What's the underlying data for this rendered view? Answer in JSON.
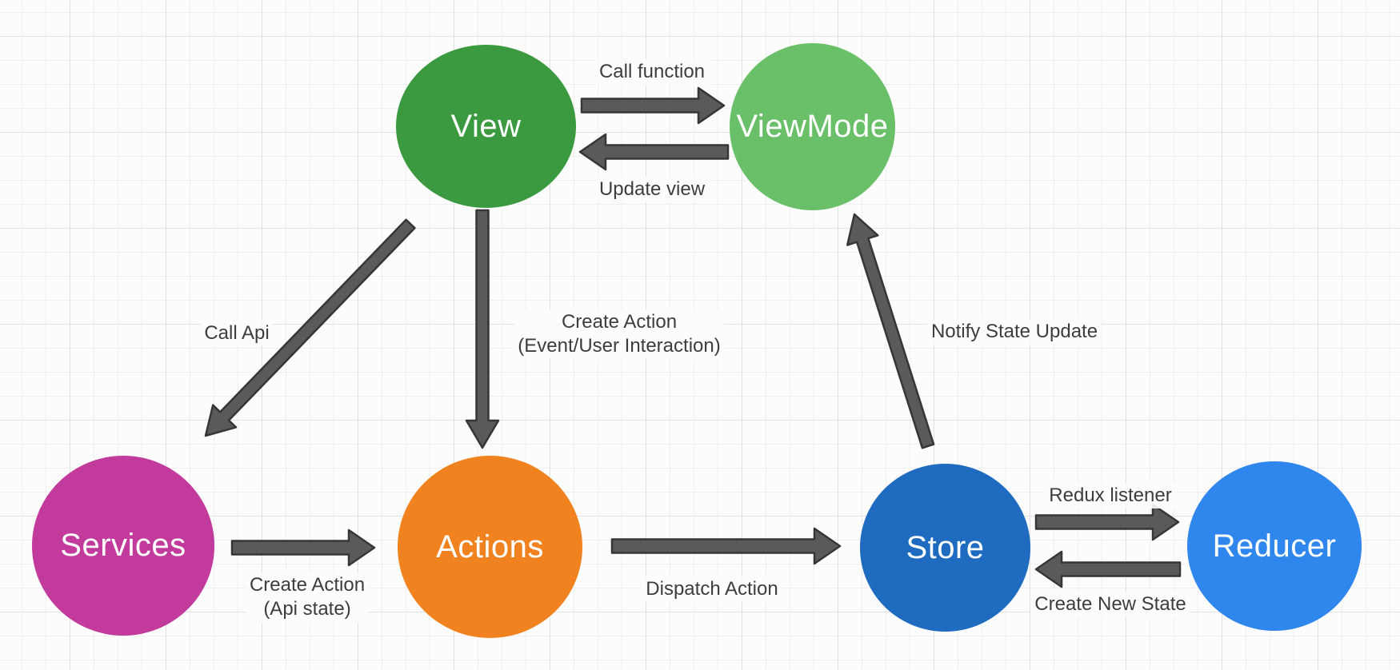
{
  "diagram": {
    "type": "flow-diagram",
    "description": "Redux-style data flow diagram on a grid canvas"
  },
  "colors": {
    "background": "#fcfcfc",
    "grid_minor": "#efeff1",
    "grid_major": "#e2e2e5",
    "arrow_fill": "#5a5a5a",
    "arrow_stroke": "#363636",
    "edge_label_text": "#3d3d3d",
    "node_text": "#ffffff"
  },
  "nodes": [
    {
      "id": "view",
      "label": "View",
      "color": "#3b9a3f",
      "text_color": "#ffffff"
    },
    {
      "id": "viewmode",
      "label": "ViewMode",
      "color": "#6abf69",
      "text_color": "#ffffff"
    },
    {
      "id": "services",
      "label": "Services",
      "color": "#c13a9c",
      "text_color": "#ffffff"
    },
    {
      "id": "actions",
      "label": "Actions",
      "color": "#f0821f",
      "text_color": "#ffffff"
    },
    {
      "id": "store",
      "label": "Store",
      "color": "#1e6bbf",
      "text_color": "#ffffff"
    },
    {
      "id": "reducer",
      "label": "Reducer",
      "color": "#2f86ed",
      "text_color": "#ffffff"
    }
  ],
  "edges": [
    {
      "from": "view",
      "to": "viewmode",
      "label": "Call function"
    },
    {
      "from": "viewmode",
      "to": "view",
      "label": "Update view"
    },
    {
      "from": "view",
      "to": "services",
      "label": "Call Api"
    },
    {
      "from": "view",
      "to": "actions",
      "label": "Create Action\n(Event/User Interaction)"
    },
    {
      "from": "services",
      "to": "actions",
      "label": "Create Action\n(Api state)"
    },
    {
      "from": "actions",
      "to": "store",
      "label": "Dispatch Action"
    },
    {
      "from": "store",
      "to": "viewmode",
      "label": "Notify State Update"
    },
    {
      "from": "store",
      "to": "reducer",
      "label": "Redux listener"
    },
    {
      "from": "reducer",
      "to": "store",
      "label": "Create New State"
    }
  ]
}
